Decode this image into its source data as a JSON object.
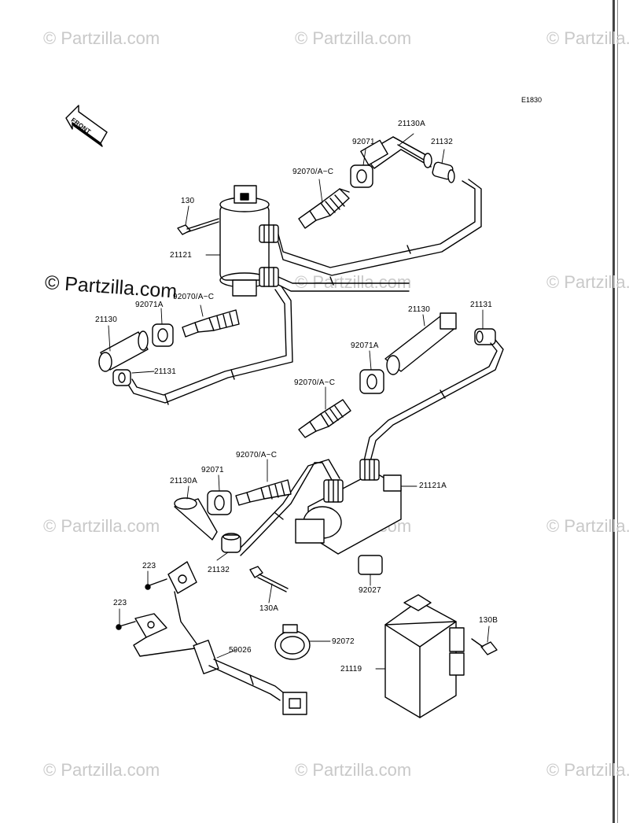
{
  "diagram_code": "E1830",
  "front_arrow_label": "FRONT",
  "watermark_text": "© Partzilla.com",
  "parts": [
    {
      "id": "p-21130A-top",
      "number": "21130A"
    },
    {
      "id": "p-92071-top",
      "number": "92071"
    },
    {
      "id": "p-21132-top",
      "number": "21132"
    },
    {
      "id": "p-92070-top",
      "number": "92070/A~C"
    },
    {
      "id": "p-130",
      "number": "130"
    },
    {
      "id": "p-21121",
      "number": "21121"
    },
    {
      "id": "p-92070-mid",
      "number": "92070/A~C"
    },
    {
      "id": "p-92071A-left",
      "number": "92071A"
    },
    {
      "id": "p-21130-left",
      "number": "21130"
    },
    {
      "id": "p-21131-left",
      "number": "21131"
    },
    {
      "id": "p-21130-right",
      "number": "21130"
    },
    {
      "id": "p-21131-right",
      "number": "21131"
    },
    {
      "id": "p-92071A-right",
      "number": "92071A"
    },
    {
      "id": "p-92070-right",
      "number": "92070/A~C"
    },
    {
      "id": "p-92070-low",
      "number": "92070/A~C"
    },
    {
      "id": "p-92071-low",
      "number": "92071"
    },
    {
      "id": "p-21130A-low",
      "number": "21130A"
    },
    {
      "id": "p-21121A",
      "number": "21121A"
    },
    {
      "id": "p-21132-low",
      "number": "21132"
    },
    {
      "id": "p-223-a",
      "number": "223"
    },
    {
      "id": "p-223-b",
      "number": "223"
    },
    {
      "id": "p-130A",
      "number": "130A"
    },
    {
      "id": "p-92027",
      "number": "92027"
    },
    {
      "id": "p-130B",
      "number": "130B"
    },
    {
      "id": "p-92072",
      "number": "92072"
    },
    {
      "id": "p-59026",
      "number": "59026"
    },
    {
      "id": "p-21119",
      "number": "21119"
    }
  ]
}
